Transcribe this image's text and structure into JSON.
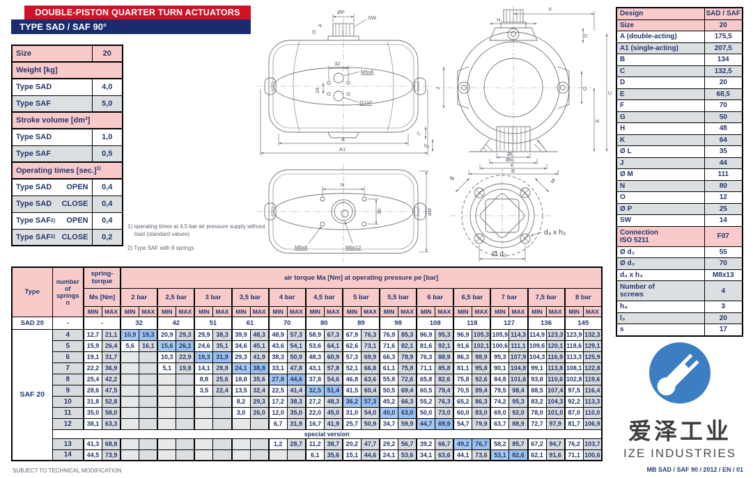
{
  "header": {
    "title": "DOUBLE-PISTON QUARTER TURN ACTUATORS",
    "subtitle": "TYPE SAD / SAF 90°"
  },
  "spec_table": {
    "rows": [
      {
        "kind": "header",
        "label": "Size",
        "value": "20"
      },
      {
        "kind": "section",
        "label": "Weight [kg]"
      },
      {
        "kind": "data",
        "shade": "white",
        "label": "Type SAD",
        "value": "4,0"
      },
      {
        "kind": "data",
        "shade": "gray",
        "label": "Type SAF",
        "value": "5,0"
      },
      {
        "kind": "section",
        "label": "Stroke volume [dm³]"
      },
      {
        "kind": "data",
        "shade": "white",
        "label": "Type SAD",
        "value": "1,0"
      },
      {
        "kind": "data",
        "shade": "gray",
        "label": "Type SAF",
        "value": "0,5"
      },
      {
        "kind": "section",
        "label": "Operating times [sec.]",
        "sup": "1)"
      },
      {
        "kind": "data",
        "shade": "white",
        "label": "Type SAD",
        "mode": "OPEN",
        "value": "0,4"
      },
      {
        "kind": "data",
        "shade": "gray",
        "label": "Type SAD",
        "mode": "CLOSE",
        "value": "0,4"
      },
      {
        "kind": "data",
        "shade": "white",
        "label": "Type SAF",
        "sup": "2)",
        "mode": "OPEN",
        "value": "0,4"
      },
      {
        "kind": "data",
        "shade": "gray",
        "label": "Type SAF",
        "sup": "2)",
        "mode": "CLOSE",
        "value": "0,2"
      }
    ]
  },
  "notes": {
    "note1": "1) operating times at 4,5 bar air pressure supply without load (standard values)",
    "note2": "2) Type SAF with 9 springs"
  },
  "dimension_table": {
    "rows": [
      {
        "label": "Design",
        "value": "SAD / SAF",
        "style": "pink"
      },
      {
        "label": "Size",
        "value": "20",
        "style": "pink"
      },
      {
        "label": "A  (double-acting)",
        "value": "175,5",
        "style": "white"
      },
      {
        "label": "A1 (single-acting)",
        "value": "207,5",
        "style": "gray"
      },
      {
        "label": "B",
        "value": "134",
        "style": "white"
      },
      {
        "label": "C",
        "value": "132,5",
        "style": "gray"
      },
      {
        "label": "D",
        "value": "20",
        "style": "white"
      },
      {
        "label": "E",
        "value": "68,5",
        "style": "gray"
      },
      {
        "label": "F",
        "value": "70",
        "style": "white"
      },
      {
        "label": "G",
        "value": "50",
        "style": "gray"
      },
      {
        "label": "H",
        "value": "48",
        "style": "white"
      },
      {
        "label": "K",
        "value": "64",
        "style": "gray"
      },
      {
        "label": "Ø L",
        "value": "35",
        "style": "white"
      },
      {
        "label": "J",
        "value": "44",
        "style": "gray"
      },
      {
        "label": "Ø M",
        "value": "111",
        "style": "white"
      },
      {
        "label": "N",
        "value": "80",
        "style": "gray"
      },
      {
        "label": "O",
        "value": "12",
        "style": "white"
      },
      {
        "label": "Ø P",
        "value": "25",
        "style": "gray"
      },
      {
        "label": "SW",
        "value": "14",
        "style": "white"
      },
      {
        "label": "Connection\nISO 5211",
        "value": "F07",
        "style": "pink tall"
      },
      {
        "label": "Ø d₂",
        "value": "55",
        "style": "white"
      },
      {
        "label": "Ø d₃",
        "value": "70",
        "style": "gray"
      },
      {
        "label": "d₄ x h₃",
        "value": "M8x13",
        "style": "white"
      },
      {
        "label": "Number of\nscrews",
        "value": "4",
        "style": "gray tall"
      },
      {
        "label": "h₄",
        "value": "3",
        "style": "white"
      },
      {
        "label": "l₃",
        "value": "20",
        "style": "gray"
      },
      {
        "label": "s",
        "value": "17",
        "style": "white"
      }
    ]
  },
  "torque_table": {
    "type_label": "Type",
    "springs_label": "number\nof\nsprings\nn",
    "spring_torque_label": "spring-\ntorque",
    "ms_label": "Ms [Nm]",
    "air_header": "air torque Ma [Nm] at operating pressure pe [bar]",
    "min_label": "MIN",
    "max_label": "MAX",
    "special_label": "special version",
    "pressures": [
      "2 bar",
      "2,5 bar",
      "3 bar",
      "3,5 bar",
      "4 bar",
      "4,5 bar",
      "5 bar",
      "5,5 bar",
      "6 bar",
      "6,5 bar",
      "7 bar",
      "7,5 bar",
      "8 bar"
    ],
    "sad": {
      "type": "SAD 20",
      "n": "-",
      "ms": "-",
      "values": [
        "32",
        "42",
        "51",
        "61",
        "70",
        "80",
        "89",
        "98",
        "108",
        "118",
        "127",
        "136",
        "145"
      ]
    },
    "saf": {
      "type": "SAF 20",
      "rows": [
        {
          "n": "4",
          "ms": [
            "12,7",
            "21,1"
          ],
          "highlight": 0,
          "cells": [
            [
              "10,9",
              "19,3"
            ],
            [
              "20,9",
              "29,3"
            ],
            [
              "29,9",
              "38,3"
            ],
            [
              "39,9",
              "48,3"
            ],
            [
              "48,9",
              "57,3"
            ],
            [
              "58,9",
              "67,3"
            ],
            [
              "67,9",
              "76,3"
            ],
            [
              "76,9",
              "85,3"
            ],
            [
              "86,9",
              "95,3"
            ],
            [
              "96,9",
              "105,3"
            ],
            [
              "105,9",
              "114,3"
            ],
            [
              "114,9",
              "123,3"
            ],
            [
              "123,9",
              "132,3"
            ]
          ]
        },
        {
          "n": "5",
          "ms": [
            "15,9",
            "26,4"
          ],
          "highlight": 1,
          "cells": [
            [
              "5,6",
              "16,1"
            ],
            [
              "15,6",
              "26,1"
            ],
            [
              "24,6",
              "35,1"
            ],
            [
              "34,6",
              "45,1"
            ],
            [
              "43,6",
              "54,1"
            ],
            [
              "53,6",
              "64,1"
            ],
            [
              "62,6",
              "73,1"
            ],
            [
              "71,6",
              "82,1"
            ],
            [
              "81,6",
              "92,1"
            ],
            [
              "91,6",
              "102,1"
            ],
            [
              "100,6",
              "111,1"
            ],
            [
              "109,6",
              "120,1"
            ],
            [
              "118,6",
              "129,1"
            ]
          ]
        },
        {
          "n": "6",
          "ms": [
            "19,1",
            "31,7"
          ],
          "highlight": 2,
          "cells": [
            null,
            [
              "10,3",
              "22,9"
            ],
            [
              "19,3",
              "31,9"
            ],
            [
              "29,3",
              "41,9"
            ],
            [
              "38,3",
              "50,9"
            ],
            [
              "48,3",
              "60,9"
            ],
            [
              "57,3",
              "69,9"
            ],
            [
              "66,3",
              "78,9"
            ],
            [
              "76,3",
              "88,9"
            ],
            [
              "86,3",
              "98,9"
            ],
            [
              "95,3",
              "107,9"
            ],
            [
              "104,3",
              "116,9"
            ],
            [
              "113,3",
              "125,9"
            ]
          ]
        },
        {
          "n": "7",
          "ms": [
            "22,2",
            "36,9"
          ],
          "highlight": 3,
          "cells": [
            null,
            [
              "5,1",
              "19,8"
            ],
            [
              "14,1",
              "28,8"
            ],
            [
              "24,1",
              "38,8"
            ],
            [
              "33,1",
              "47,8"
            ],
            [
              "43,1",
              "57,8"
            ],
            [
              "52,1",
              "66,8"
            ],
            [
              "61,1",
              "75,8"
            ],
            [
              "71,1",
              "85,8"
            ],
            [
              "81,1",
              "95,8"
            ],
            [
              "90,1",
              "104,8"
            ],
            [
              "99,1",
              "113,8"
            ],
            [
              "108,1",
              "122,8"
            ]
          ]
        },
        {
          "n": "8",
          "ms": [
            "25,4",
            "42,2"
          ],
          "highlight": 4,
          "cells": [
            null,
            null,
            [
              "8,8",
              "25,6"
            ],
            [
              "18,8",
              "35,6"
            ],
            [
              "27,8",
              "44,6"
            ],
            [
              "37,8",
              "54,6"
            ],
            [
              "46,8",
              "63,6"
            ],
            [
              "55,8",
              "72,6"
            ],
            [
              "65,8",
              "82,6"
            ],
            [
              "75,8",
              "92,6"
            ],
            [
              "84,8",
              "101,6"
            ],
            [
              "93,8",
              "110,6"
            ],
            [
              "102,8",
              "119,6"
            ]
          ]
        },
        {
          "n": "9",
          "ms": [
            "28,6",
            "47,5"
          ],
          "highlight": 5,
          "cells": [
            null,
            null,
            [
              "3,5",
              "22,4"
            ],
            [
              "13,5",
              "32,4"
            ],
            [
              "22,5",
              "41,4"
            ],
            [
              "32,5",
              "51,4"
            ],
            [
              "41,5",
              "60,4"
            ],
            [
              "50,5",
              "69,4"
            ],
            [
              "60,5",
              "79,4"
            ],
            [
              "70,5",
              "89,4"
            ],
            [
              "79,5",
              "98,4"
            ],
            [
              "88,5",
              "107,4"
            ],
            [
              "97,5",
              "116,4"
            ]
          ]
        },
        {
          "n": "10",
          "ms": [
            "31,8",
            "52,8"
          ],
          "highlight": 6,
          "cells": [
            null,
            null,
            null,
            [
              "8,2",
              "29,3"
            ],
            [
              "17,2",
              "38,3"
            ],
            [
              "27,2",
              "48,3"
            ],
            [
              "36,2",
              "57,3"
            ],
            [
              "45,2",
              "66,3"
            ],
            [
              "55,2",
              "76,3"
            ],
            [
              "65,2",
              "86,3"
            ],
            [
              "74,2",
              "95,3"
            ],
            [
              "83,2",
              "104,3"
            ],
            [
              "92,2",
              "113,3"
            ]
          ]
        },
        {
          "n": "11",
          "ms": [
            "35,0",
            "58,0"
          ],
          "highlight": 7,
          "cells": [
            null,
            null,
            null,
            [
              "3,0",
              "26,0"
            ],
            [
              "12,0",
              "35,0"
            ],
            [
              "22,0",
              "45,0"
            ],
            [
              "31,0",
              "54,0"
            ],
            [
              "40,0",
              "63,0"
            ],
            [
              "50,0",
              "73,0"
            ],
            [
              "60,0",
              "83,0"
            ],
            [
              "69,0",
              "92,0"
            ],
            [
              "78,0",
              "101,0"
            ],
            [
              "87,0",
              "110,0"
            ]
          ]
        },
        {
          "n": "12",
          "ms": [
            "38,1",
            "63,3"
          ],
          "highlight": 8,
          "cells": [
            null,
            null,
            null,
            null,
            [
              "6,7",
              "31,9"
            ],
            [
              "16,7",
              "41,9"
            ],
            [
              "25,7",
              "50,9"
            ],
            [
              "34,7",
              "59,9"
            ],
            [
              "44,7",
              "69,9"
            ],
            [
              "54,7",
              "79,9"
            ],
            [
              "63,7",
              "88,9"
            ],
            [
              "72,7",
              "97,9"
            ],
            [
              "81,7",
              "106,9"
            ]
          ]
        },
        {
          "n": "13",
          "special": true,
          "ms": [
            "41,3",
            "68,8"
          ],
          "highlight": 9,
          "cells": [
            null,
            null,
            null,
            null,
            [
              "1,2",
              "28,7"
            ],
            [
              "11,2",
              "38,7"
            ],
            [
              "20,2",
              "47,7"
            ],
            [
              "29,2",
              "56,7"
            ],
            [
              "39,2",
              "66,7"
            ],
            [
              "49,2",
              "76,7"
            ],
            [
              "58,2",
              "85,7"
            ],
            [
              "67,2",
              "94,7"
            ],
            [
              "76,2",
              "103,7"
            ]
          ]
        },
        {
          "n": "14",
          "ms": [
            "44,5",
            "73,9"
          ],
          "highlight": 10,
          "cells": [
            null,
            null,
            null,
            null,
            null,
            [
              "6,1",
              "35,6"
            ],
            [
              "15,1",
              "44,6"
            ],
            [
              "24,1",
              "53,6"
            ],
            [
              "34,1",
              "63,6"
            ],
            [
              "44,1",
              "73,6"
            ],
            [
              "53,1",
              "82,6"
            ],
            [
              "62,1",
              "91,6"
            ],
            [
              "71,1",
              "100,6"
            ]
          ]
        }
      ]
    }
  },
  "drawings": {
    "front": {
      "dim_p": "ØP",
      "sw": "SW",
      "dim_o": "O",
      "dim_4": "4",
      "hole_spacing": "32",
      "hole_v": "24",
      "thread_top": "M5x8",
      "port": "G1/4\"",
      "dim_a": "A",
      "dim_a1": "A1"
    },
    "end": {
      "f": "F",
      "h": "H",
      "d": "D",
      "c": "C",
      "g": "G",
      "e": "E",
      "j": "J",
      "l3": "l₃",
      "h4": "h₄",
      "ol": "ØL",
      "od2": "Ød₂",
      "k": "K",
      "b": "B"
    },
    "bottom": {
      "n": "N",
      "v30": "30",
      "m5": "M5x8",
      "m6": "M6x12",
      "om": "øM"
    },
    "flange": {
      "s1": "s",
      "s2": "s",
      "d4h3": "d₄ x h₃",
      "od3": "Ø d₃"
    }
  },
  "watermark": {
    "cn": "爱泽工业",
    "en": "IZE INDUSTRIES"
  },
  "footer": {
    "left": "SUBJECT TO TECHNICAL MODIFICATION",
    "right": "MB SAD / SAF 90 / 2012 / EN / 01"
  }
}
